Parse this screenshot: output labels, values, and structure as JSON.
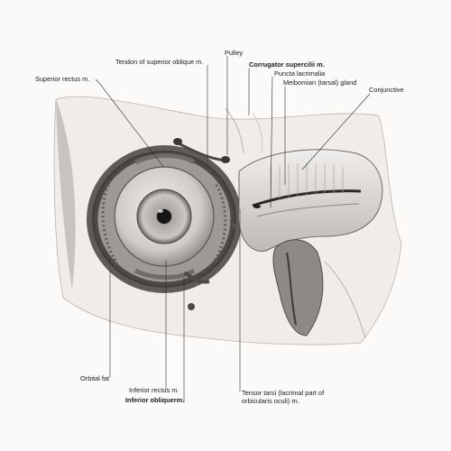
{
  "labels": {
    "tendon_superior_oblique": "Tendon of superior oblique m.",
    "pulley": "Pulley",
    "corrugator_supercilii": "Corrugator supercilii m.",
    "puncta_lacrimalia": "Puncta lacrimalia",
    "meibomian_gland": "Meibomian (tarsal) gland",
    "conjunctive": "Conjunctive",
    "superior_rectus": "Superior rectus m.",
    "orbital_fat": "Orbital fat",
    "inferior_rectus": "Inferior rectus m.",
    "inferior_oblique": "Inferior obliquerm.",
    "tensor_tarsi_line1": "Tensor tarsi (lacrimal part of",
    "tensor_tarsi_line2": "orbicularis oculi) m."
  },
  "colors": {
    "background": "#fbfaf8",
    "tissue": "#efecea",
    "shadow": "#7d7a78",
    "ink": "#1c1c1c"
  }
}
